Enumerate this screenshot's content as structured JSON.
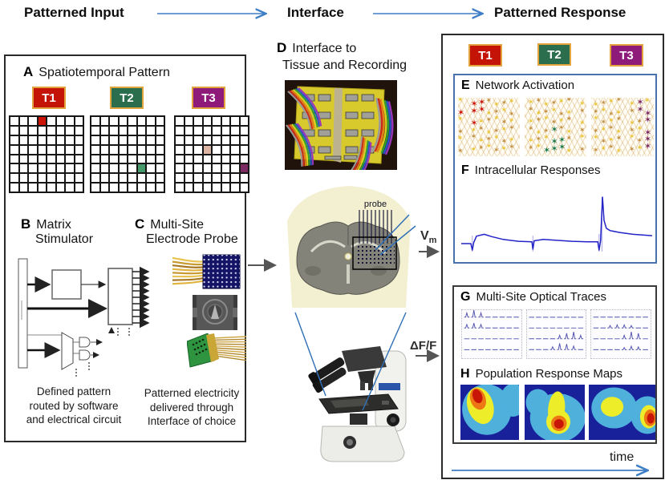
{
  "header": {
    "stages": [
      "Patterned Input",
      "Interface",
      "Patterned Response"
    ]
  },
  "timepoints": [
    {
      "label": "T1",
      "color": "#c41408"
    },
    {
      "label": "T2",
      "color": "#2b6e4e"
    },
    {
      "label": "T3",
      "color": "#8e1a7a"
    }
  ],
  "panel_a": {
    "letter": "A",
    "title": "Spatiotemporal Pattern",
    "grid": {
      "rows": 8,
      "cols": 8
    },
    "grids": [
      {
        "active": [
          {
            "r": 0,
            "c": 3,
            "color": "#cc1408"
          }
        ]
      },
      {
        "active": [
          {
            "r": 5,
            "c": 5,
            "color": "#45996b"
          }
        ]
      },
      {
        "active": [
          {
            "r": 3,
            "c": 3,
            "color": "#dcb5a5"
          },
          {
            "r": 5,
            "c": 7,
            "color": "#7c2a62"
          }
        ]
      }
    ]
  },
  "panel_b": {
    "letter": "B",
    "title_line1": "Matrix",
    "title_line2": "Stimulator",
    "caption": "Defined pattern\nrouted by software\nand electrical circuit"
  },
  "panel_c": {
    "letter": "C",
    "title_line1": "Multi-Site",
    "title_line2": "Electrode Probe",
    "caption": "Patterned electricity\ndelivered through\nInterface of choice"
  },
  "panel_d": {
    "letter": "D",
    "title_line1": "Interface to",
    "title_line2": "Tissue and Recording",
    "probe_label": "probe"
  },
  "signals": {
    "vm_base": "V",
    "vm_sub": "m",
    "dff": "ΔF/F"
  },
  "panel_e": {
    "letter": "E",
    "title": "Network Activation",
    "star_colors": [
      "#e9c32e",
      "#c08b3a"
    ],
    "panels": [
      {
        "highlight_color": "#cc1408",
        "cluster": [
          [
            0,
            1
          ],
          [
            0,
            2
          ],
          [
            1,
            0
          ],
          [
            1,
            1
          ],
          [
            1,
            2
          ],
          [
            2,
            1
          ]
        ]
      },
      {
        "highlight_color": "#1e7a4a",
        "cluster": [
          [
            3,
            3
          ],
          [
            4,
            3
          ],
          [
            4,
            4
          ],
          [
            5,
            2
          ],
          [
            5,
            3
          ],
          [
            5,
            4
          ]
        ]
      },
      {
        "highlight_color": "#7c2a62",
        "cluster": [
          [
            0,
            5
          ],
          [
            1,
            5
          ],
          [
            1,
            6
          ],
          [
            2,
            6
          ],
          [
            3,
            6
          ],
          [
            4,
            6
          ],
          [
            5,
            6
          ]
        ]
      }
    ]
  },
  "panel_f": {
    "letter": "F",
    "title": "Intracellular Responses"
  },
  "chart_data": {
    "type": "line",
    "title": "Intracellular response trace (Vm) with stimulus artifacts and one action potential",
    "x_range": [
      0,
      1
    ],
    "y_range": [
      -0.2,
      1
    ],
    "artifacts": [
      {
        "x": 0.058,
        "h": 10
      },
      {
        "x": 0.375,
        "h": 10
      },
      {
        "x": 0.722,
        "h": 12
      },
      {
        "x": 0.737,
        "h": 58
      }
    ],
    "points": [
      [
        0,
        0
      ],
      [
        0.05,
        0
      ],
      [
        0.058,
        -0.14
      ],
      [
        0.065,
        0.02
      ],
      [
        0.08,
        0.16
      ],
      [
        0.12,
        0.2
      ],
      [
        0.16,
        0.15
      ],
      [
        0.22,
        0.09
      ],
      [
        0.3,
        0.05
      ],
      [
        0.37,
        0.04
      ],
      [
        0.375,
        -0.12
      ],
      [
        0.382,
        0.06
      ],
      [
        0.43,
        0.09
      ],
      [
        0.5,
        0.07
      ],
      [
        0.58,
        0.05
      ],
      [
        0.66,
        0.04
      ],
      [
        0.715,
        0.04
      ],
      [
        0.722,
        -0.14
      ],
      [
        0.73,
        0.06
      ],
      [
        0.735,
        0.55
      ],
      [
        0.74,
        1
      ],
      [
        0.748,
        0.5
      ],
      [
        0.76,
        0.33
      ],
      [
        0.78,
        0.28
      ],
      [
        0.83,
        0.24
      ],
      [
        0.9,
        0.2
      ],
      [
        1,
        0.17
      ]
    ]
  },
  "panel_g": {
    "letter": "G",
    "title": "Multi-Site Optical Traces",
    "trace_color": "#5353b0",
    "grid": {
      "rows": 4,
      "cols": 8
    },
    "panels": [
      {
        "spikes": [
          [
            0,
            0,
            0.6
          ],
          [
            0,
            1,
            1
          ],
          [
            0,
            2,
            0.6
          ],
          [
            1,
            0,
            0.5
          ],
          [
            1,
            1,
            0.7
          ],
          [
            1,
            2,
            0.5
          ]
        ]
      },
      {
        "spikes": [
          [
            2,
            4,
            0.5
          ],
          [
            2,
            5,
            0.8
          ],
          [
            2,
            6,
            1
          ],
          [
            2,
            7,
            0.5
          ],
          [
            3,
            3,
            0.4
          ],
          [
            3,
            4,
            0.9
          ],
          [
            3,
            5,
            0.8
          ],
          [
            3,
            6,
            0.5
          ]
        ]
      },
      {
        "spikes": [
          [
            1,
            2,
            0.35
          ],
          [
            1,
            3,
            0.45
          ],
          [
            1,
            4,
            0.45
          ],
          [
            1,
            5,
            0.35
          ],
          [
            2,
            4,
            0.5
          ],
          [
            2,
            5,
            1
          ],
          [
            2,
            6,
            0.8
          ],
          [
            3,
            4,
            0.3
          ],
          [
            3,
            5,
            0.5
          ],
          [
            3,
            6,
            0.4
          ]
        ]
      }
    ]
  },
  "panel_h": {
    "letter": "H",
    "title": "Population Response Maps",
    "palette": {
      "bg": "#18209a",
      "light": "#4fb0dc",
      "yellow": "#eded2a",
      "orange": "#ec7714",
      "red": "#c81606"
    },
    "maps": [
      {
        "blobs": [
          [
            "light",
            0.45,
            0.45,
            0.42,
            0.46,
            -15
          ],
          [
            "light",
            0.9,
            0.28,
            0.22,
            0.3,
            0
          ],
          [
            "yellow",
            0.34,
            0.38,
            0.22,
            0.34,
            -18
          ],
          [
            "orange",
            0.3,
            0.26,
            0.13,
            0.2,
            -20
          ],
          [
            "red",
            0.29,
            0.21,
            0.08,
            0.13,
            -20
          ]
        ]
      },
      {
        "blobs": [
          [
            "light",
            0.55,
            0.6,
            0.46,
            0.44,
            0
          ],
          [
            "light",
            0.22,
            0.32,
            0.2,
            0.24,
            0
          ],
          [
            "yellow",
            0.53,
            0.44,
            0.14,
            0.32,
            5
          ],
          [
            "yellow",
            0.56,
            0.67,
            0.2,
            0.22,
            0
          ],
          [
            "orange",
            0.57,
            0.7,
            0.13,
            0.14,
            0
          ],
          [
            "red",
            0.57,
            0.71,
            0.08,
            0.085,
            0
          ]
        ]
      },
      {
        "blobs": [
          [
            "light",
            0.38,
            0.42,
            0.34,
            0.37,
            0
          ],
          [
            "light",
            0.88,
            0.55,
            0.25,
            0.34,
            0
          ],
          [
            "yellow",
            0.35,
            0.4,
            0.17,
            0.18,
            0
          ],
          [
            "yellow",
            0.9,
            0.58,
            0.13,
            0.21,
            0
          ],
          [
            "orange",
            0.92,
            0.6,
            0.09,
            0.15,
            0
          ],
          [
            "red",
            0.93,
            0.61,
            0.055,
            0.095,
            0
          ]
        ]
      }
    ]
  },
  "footer": {
    "time_label": "time"
  },
  "colors": {
    "arrow_blue": "#3e7ec6",
    "arrow_gray": "#555555",
    "trace_blue": "#2323c8",
    "box_border": "#2a2a2a",
    "inner_blue_border": "#4a72aa",
    "t_border": "#e2a43c"
  }
}
